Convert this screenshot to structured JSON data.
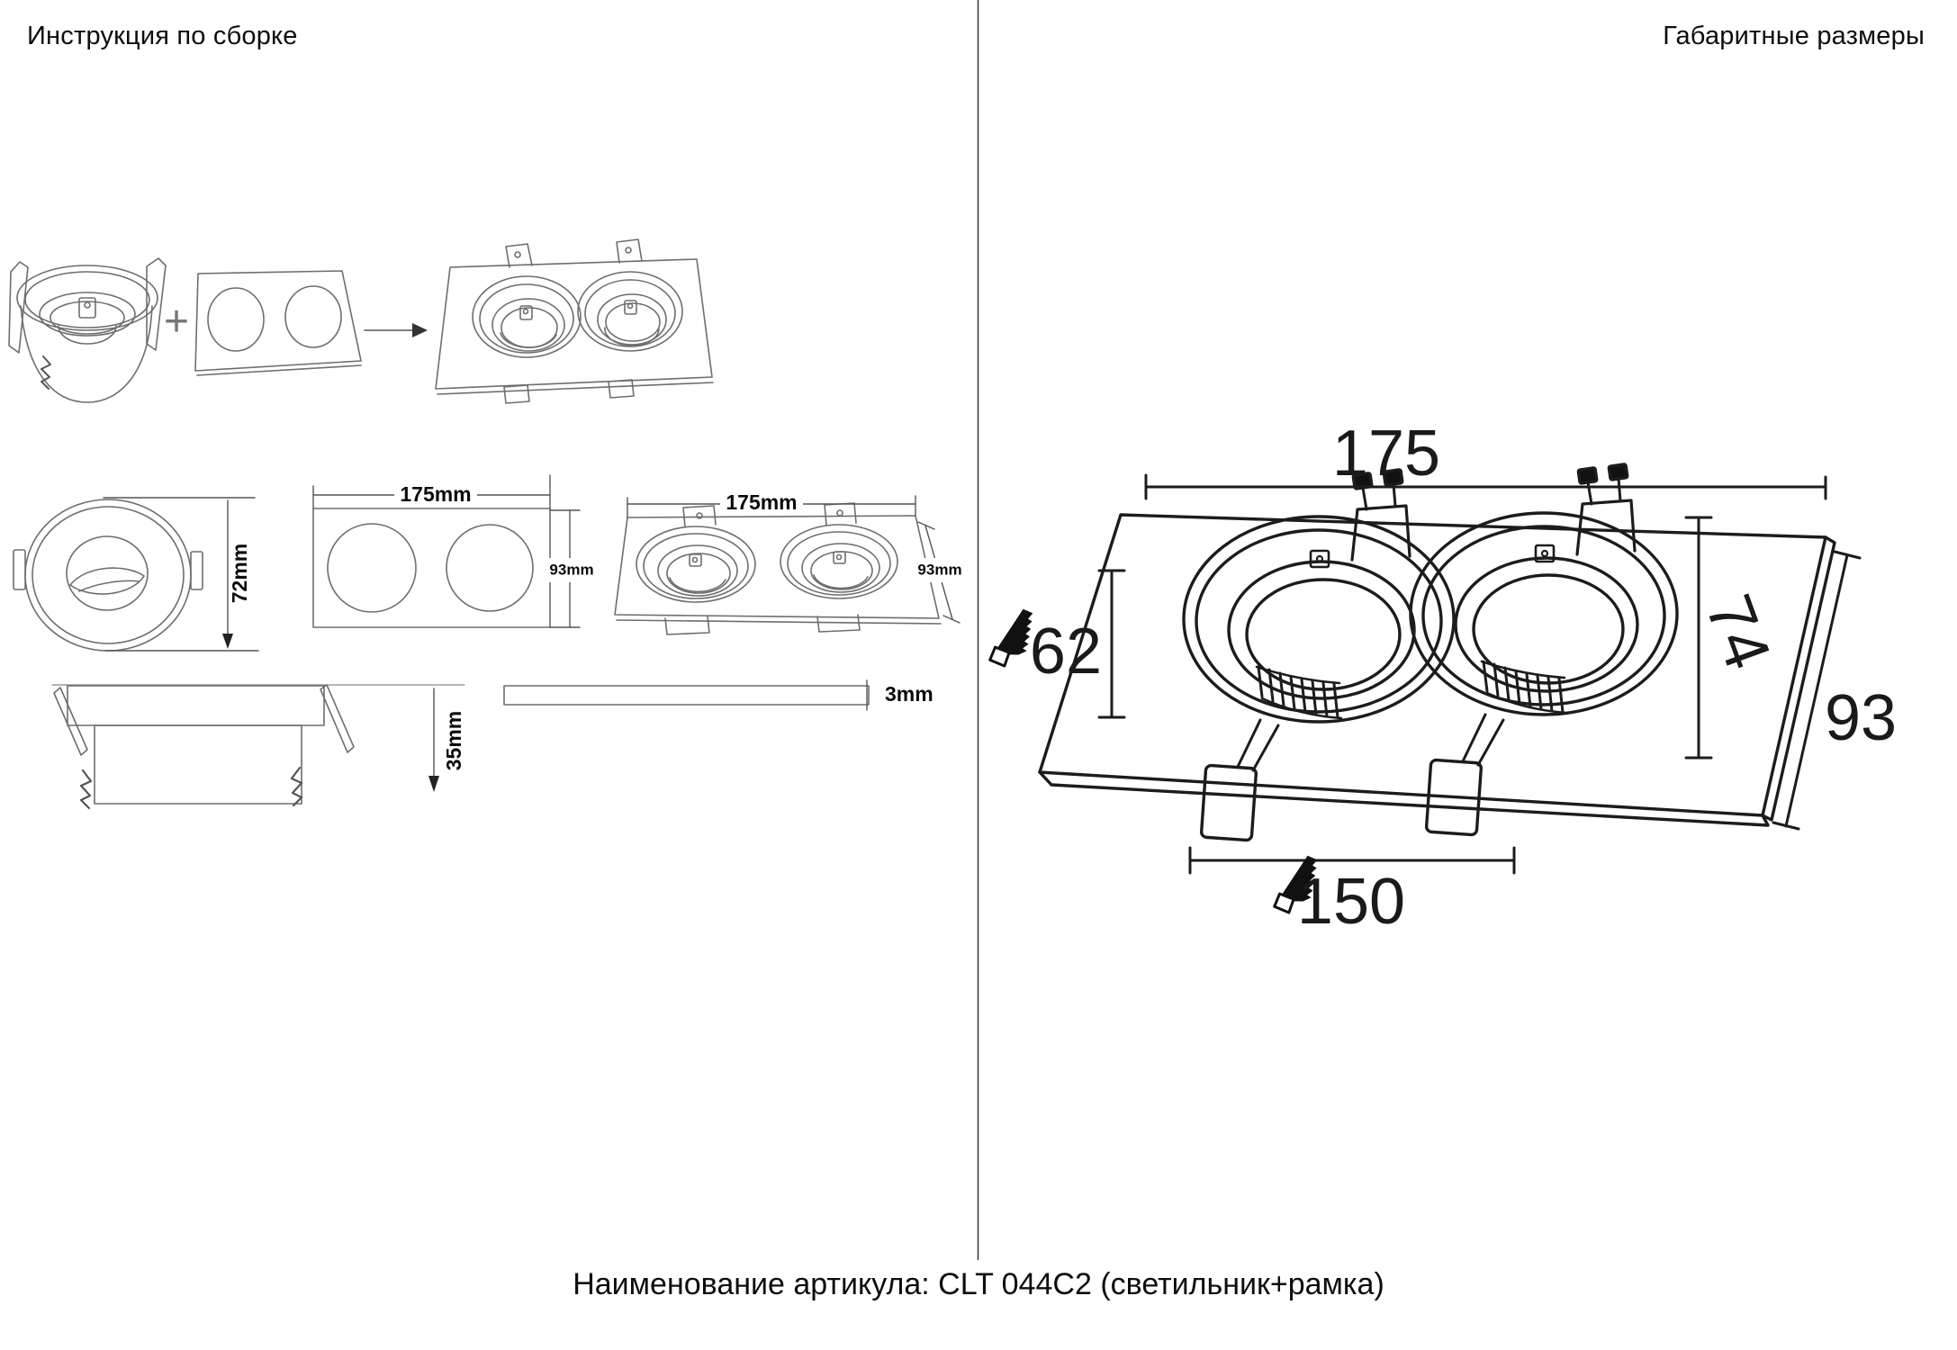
{
  "header": {
    "left_title": "Инструкция по сборке",
    "right_title": "Габаритные размеры"
  },
  "assembly_row": {
    "plus_sign": "+"
  },
  "instruction_dims": {
    "fixture_diameter": "72mm",
    "frame_width": "175mm",
    "frame_height": "93mm",
    "assembled_width": "175mm",
    "assembled_height": "93mm",
    "recess_depth": "35mm",
    "frame_thickness": "3mm"
  },
  "overall_dims": {
    "frame_width": "175",
    "cutout_height": "62",
    "fixture_height": "74",
    "frame_depth": "93",
    "cutout_width": "150"
  },
  "footer": {
    "caption": "Наименование артикула: CLT 044C2 (светильник+рамка)"
  },
  "colors": {
    "line_light": "#6e6e6e",
    "line_dark": "#1c1c1c",
    "text": "#0d0d0d"
  }
}
